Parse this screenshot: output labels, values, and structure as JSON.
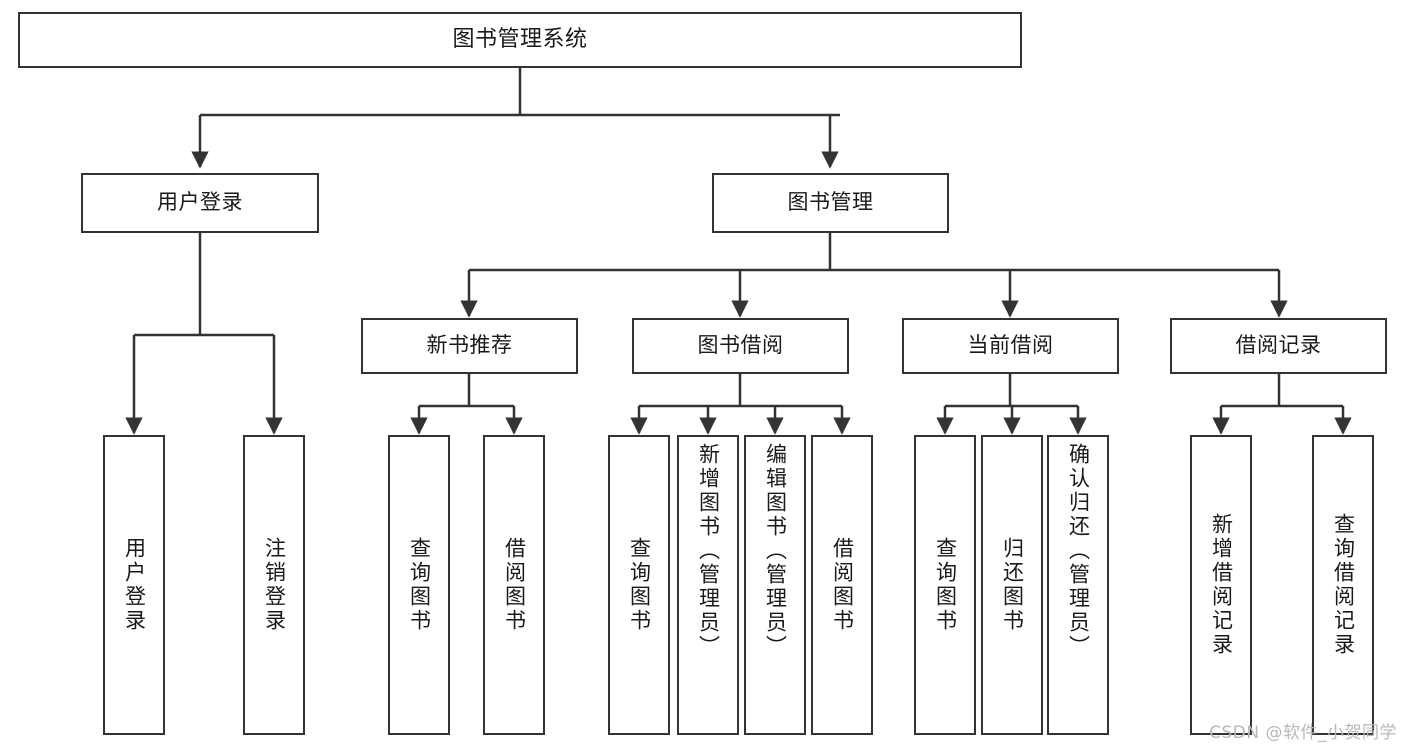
{
  "diagram": {
    "title": "图书管理系统",
    "type": "tree-hierarchy",
    "watermark": "CSDN @软件_小贺同学",
    "colors": {
      "box_border": "#333333",
      "box_fill": "#ffffff",
      "connector": "#333333",
      "text": "#1a1a1a",
      "watermark": "#b8b8b8",
      "background": "#ffffff"
    },
    "root": {
      "label": "图书管理系统"
    },
    "level2": [
      {
        "label": "用户登录"
      },
      {
        "label": "图书管理"
      }
    ],
    "level3": [
      {
        "label": "新书推荐"
      },
      {
        "label": "图书借阅"
      },
      {
        "label": "当前借阅"
      },
      {
        "label": "借阅记录"
      }
    ],
    "leaves": {
      "user_login": [
        {
          "label": "用户登录"
        },
        {
          "label": "注销登录"
        }
      ],
      "new_book_recommend": [
        {
          "label": "查询图书"
        },
        {
          "label": "借阅图书"
        }
      ],
      "book_borrow": [
        {
          "label": "查询图书"
        },
        {
          "label": "新增图书（管理员）"
        },
        {
          "label": "编辑图书（管理员）"
        },
        {
          "label": "借阅图书"
        }
      ],
      "current_borrow": [
        {
          "label": "查询图书"
        },
        {
          "label": "归还图书"
        },
        {
          "label": "确认归还（管理员）"
        }
      ],
      "borrow_record": [
        {
          "label": "新增借阅记录"
        },
        {
          "label": "查询借阅记录"
        }
      ]
    }
  }
}
